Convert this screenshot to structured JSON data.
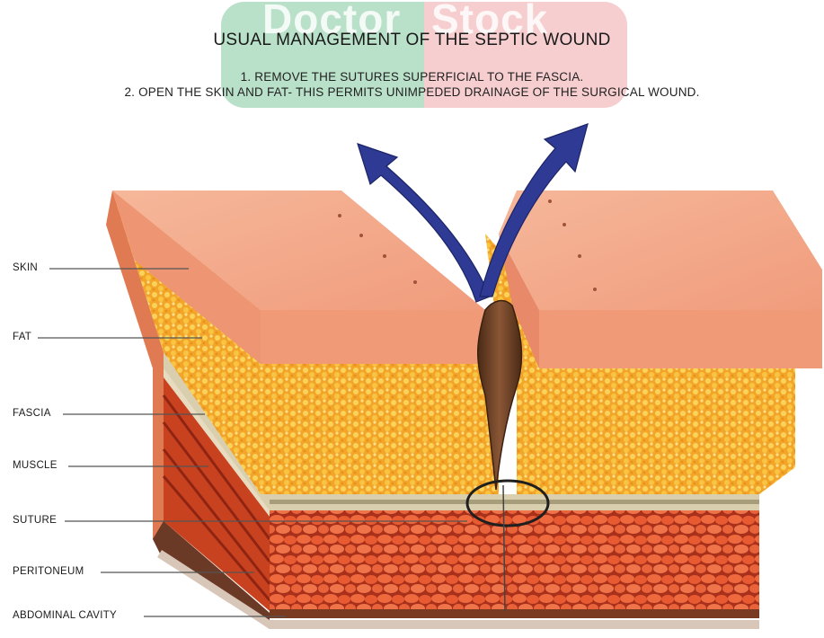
{
  "watermark": {
    "left": "Doctor",
    "right": "Stock"
  },
  "title": "USUAL MANAGEMENT OF THE SEPTIC WOUND",
  "steps": [
    "1. REMOVE THE SUTURES SUPERFICIAL TO THE FASCIA.",
    "2. OPEN THE SKIN AND FAT- THIS PERMITS UNIMPEDED DRAINAGE OF THE SURGICAL WOUND."
  ],
  "labels": {
    "skin": "SKIN",
    "fat": "FAT",
    "fascia": "FASCIA",
    "muscle": "MUSCLE",
    "suture": "SUTURE",
    "peritoneum": "PERITONEUM",
    "abdominal_cavity": "ABDOMINAL CAVITY"
  },
  "colors": {
    "skin": "#f4a98a",
    "fat": "#f5b237",
    "fascia": "#d9cfae",
    "muscle": "#e8552e",
    "drainage": "#6b3f22",
    "arrow": "#2e3a93"
  }
}
